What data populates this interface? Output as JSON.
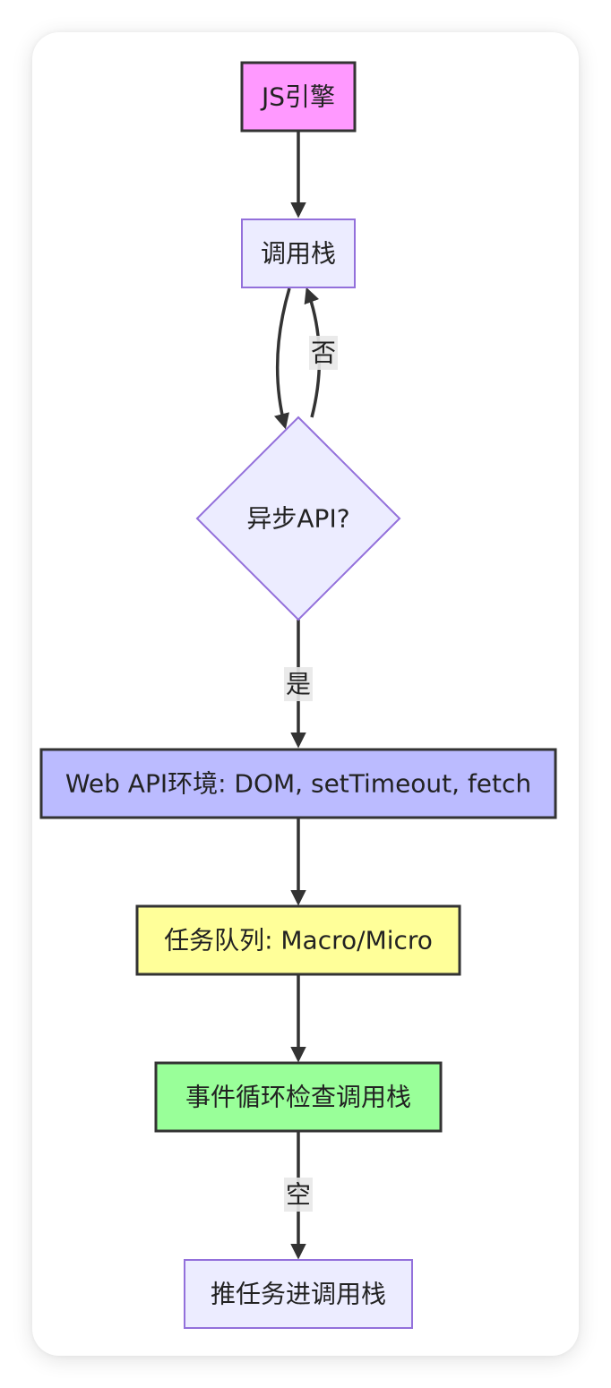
{
  "nodes": {
    "js_engine": {
      "label": "JS引擎",
      "fill": "#ff99ff",
      "stroke": "#333333"
    },
    "call_stack": {
      "label": "调用栈",
      "fill": "#ececff",
      "stroke": "#9370db"
    },
    "async_api": {
      "label": "异步API?",
      "fill": "#ececff",
      "stroke": "#9370db"
    },
    "web_api": {
      "label": "Web API环境: DOM, setTimeout, fetch",
      "fill": "#bbbbff",
      "stroke": "#333333"
    },
    "task_queue": {
      "label": "任务队列: Macro/Micro",
      "fill": "#ffff99",
      "stroke": "#333333"
    },
    "event_loop": {
      "label": "事件循环检查调用栈",
      "fill": "#99ff99",
      "stroke": "#333333"
    },
    "push_task": {
      "label": "推任务进调用栈",
      "fill": "#ececff",
      "stroke": "#9370db"
    }
  },
  "edges": {
    "no_label": "否",
    "yes_label": "是",
    "empty_label": "空"
  }
}
